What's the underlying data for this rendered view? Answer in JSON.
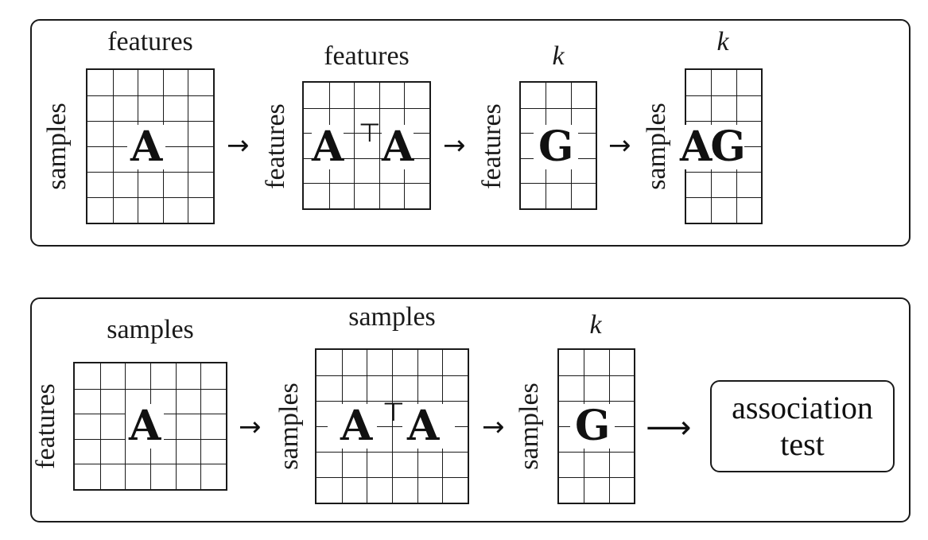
{
  "top_panel": {
    "grid1": {
      "top_label": "features",
      "side_label": "samples",
      "matrix": "A"
    },
    "grid2": {
      "top_label": "features",
      "side_label": "features",
      "matrix_left": "A",
      "transpose": "⊤",
      "matrix_right": "A"
    },
    "grid3": {
      "top_label": "k",
      "side_label": "features",
      "matrix": "G"
    },
    "grid4": {
      "top_label": "k",
      "side_label": "samples",
      "matrix": "AG"
    },
    "arrow": "→"
  },
  "bottom_panel": {
    "grid1": {
      "top_label": "samples",
      "side_label": "features",
      "matrix": "A"
    },
    "grid2": {
      "top_label": "samples",
      "side_label": "samples",
      "matrix_left": "A",
      "transpose": "⊤",
      "matrix_right": "A"
    },
    "grid3": {
      "top_label": "k",
      "side_label": "samples",
      "matrix": "G"
    },
    "arrow": "→",
    "long_arrow": "⟶",
    "assoc_box": {
      "line1": "association",
      "line2": "test"
    }
  }
}
